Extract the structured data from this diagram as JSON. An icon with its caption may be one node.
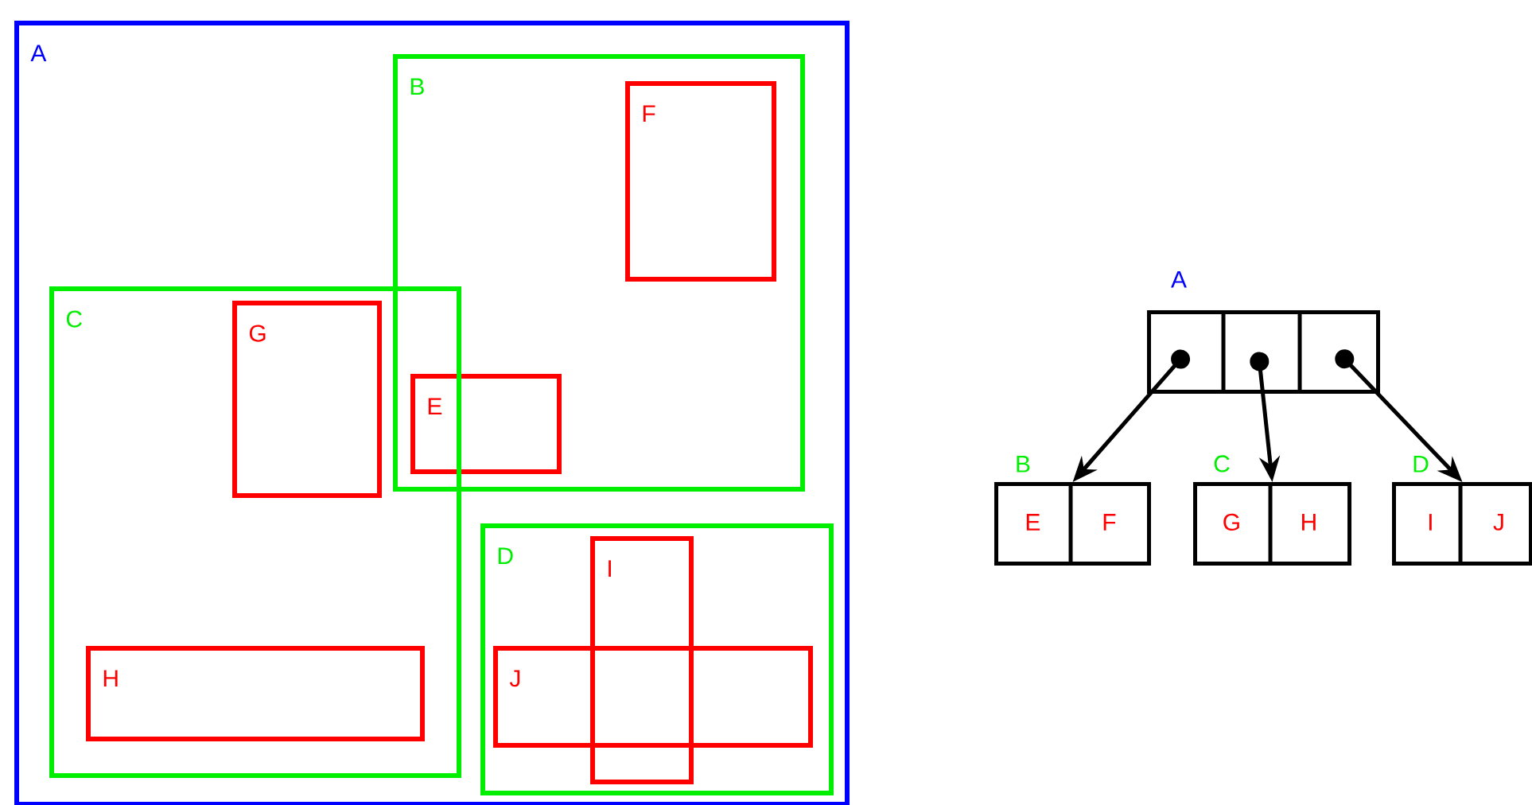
{
  "diagram": {
    "nodes": [
      {
        "text": [
          "A"
        ]
      },
      {
        "text": [
          "B"
        ],
        "in": 0
      },
      {
        "text": [
          "F"
        ],
        "in": 1
      },
      {
        "text": [
          "E"
        ],
        "in": 1
      },
      {
        "text": [
          "C"
        ],
        "in": 0
      },
      {
        "text": [
          "G"
        ],
        "in": 4
      },
      {
        "text": [
          "H"
        ],
        "in": 4
      },
      {
        "text": [
          "D"
        ],
        "in": 0
      },
      {
        "text": [
          "I"
        ],
        "in": 7
      },
      {
        "text": [
          "J"
        ],
        "in": 7
      },
      {
        "text": [
          "A"
        ]
      },
      {
        "text": [
          "B"
        ]
      },
      {
        "text": [
          "E"
        ],
        "in": 11
      },
      {
        "text": [
          "F"
        ],
        "in": 11
      },
      {
        "text": [
          "C"
        ]
      },
      {
        "text": [
          "G"
        ],
        "in": 14
      },
      {
        "text": [
          "H"
        ],
        "in": 14
      },
      {
        "text": [
          "D"
        ]
      },
      {
        "text": [
          "I"
        ],
        "in": 17
      },
      {
        "text": [
          "J"
        ],
        "in": 17
      }
    ],
    "edges": [
      {
        "from": 10,
        "to": 11,
        "arrow": "to"
      },
      {
        "from": 10,
        "to": 14,
        "arrow": "to"
      },
      {
        "from": 10,
        "to": 17,
        "arrow": "to"
      }
    ]
  }
}
